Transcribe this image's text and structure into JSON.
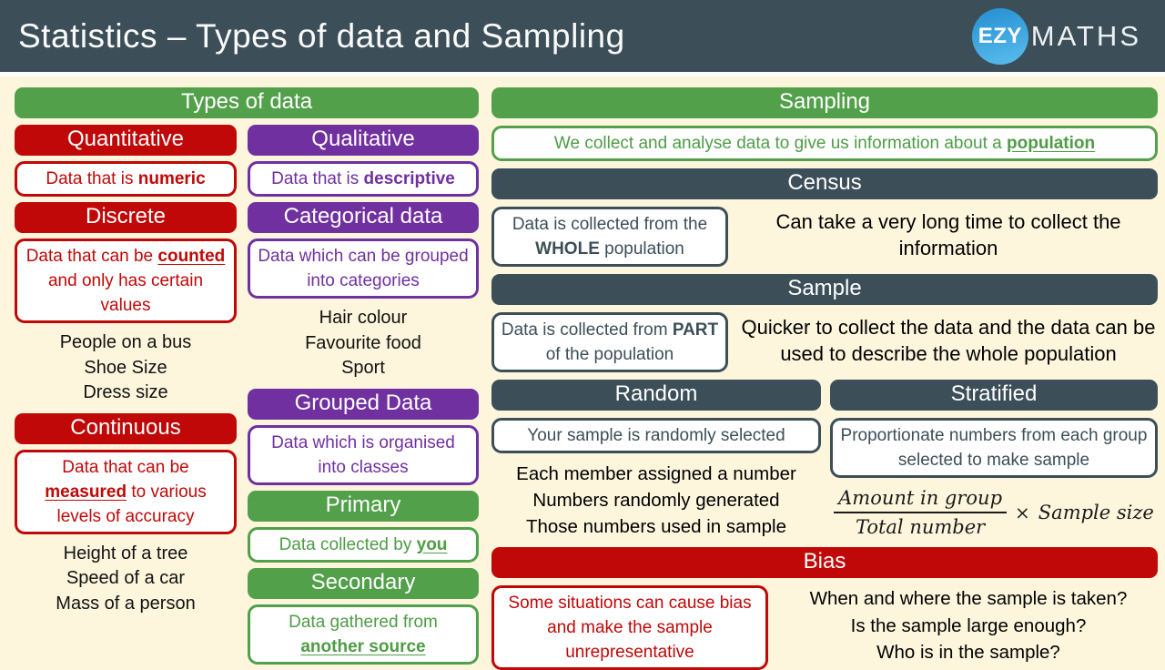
{
  "header": {
    "title": "Statistics – Types of data and Sampling",
    "logo": {
      "ezy": "EZY",
      "maths": "MATHS"
    }
  },
  "colors": {
    "slate": "#3c4f58",
    "green": "#52a04a",
    "red": "#c00808",
    "purple": "#7030a0",
    "background": "#fdf6dd",
    "logo_blue": "#2f9fdd"
  },
  "left": {
    "title": "Types of data",
    "quant": {
      "header": "Quantitative",
      "def": {
        "pre": "Data that is ",
        "em": "numeric",
        "post": ""
      },
      "discrete": {
        "header": "Discrete",
        "def": {
          "pre": "Data that can be ",
          "em": "counted",
          "post": " and only has certain values"
        },
        "examples": [
          "People on a bus",
          "Shoe Size",
          "Dress size"
        ]
      },
      "continuous": {
        "header": "Continuous",
        "def": {
          "pre": "Data that can be ",
          "em": "measured",
          "post": " to various levels of accuracy"
        },
        "examples": [
          "Height of a tree",
          "Speed of a car",
          "Mass of a person"
        ]
      }
    },
    "qual": {
      "header": "Qualitative",
      "def": {
        "pre": "Data that is ",
        "em": "descriptive",
        "post": ""
      },
      "categorical": {
        "header": "Categorical data",
        "def": "Data which can be grouped into categories",
        "examples": [
          "Hair colour",
          "Favourite food",
          "Sport"
        ]
      },
      "grouped": {
        "header": "Grouped Data",
        "def": "Data which is organised into classes"
      },
      "primary": {
        "header": "Primary",
        "def": {
          "pre": "Data collected by ",
          "em": "you",
          "post": ""
        }
      },
      "secondary": {
        "header": "Secondary",
        "def": {
          "pre": "Data gathered from ",
          "em": "another source",
          "post": ""
        }
      }
    }
  },
  "right": {
    "title": "Sampling",
    "intro": {
      "pre": "We collect and analyse data to give us information about a ",
      "em": "population",
      "post": ""
    },
    "census": {
      "header": "Census",
      "box": {
        "pre": "Data is collected from the ",
        "em": "WHOLE",
        "post": " population"
      },
      "note": "Can take a very long time to collect the information"
    },
    "sample": {
      "header": "Sample",
      "box": {
        "pre": "Data is collected from ",
        "em": "PART",
        "post": " of the population"
      },
      "note": "Quicker to collect the data and the data can be used to describe the whole population"
    },
    "random": {
      "header": "Random",
      "box": "Your sample is randomly selected",
      "notes": [
        "Each member assigned a number",
        "Numbers randomly generated",
        "Those numbers used in sample"
      ]
    },
    "stratified": {
      "header": "Stratified",
      "box": "Proportionate numbers from each group selected to make sample",
      "formula": {
        "numerator": "Amount in group",
        "denominator": "Total number",
        "times": "×",
        "multiplier": "Sample size"
      }
    },
    "bias": {
      "header": "Bias",
      "box": "Some situations can cause bias and make the sample unrepresentative",
      "notes": [
        "When and where the sample is taken?",
        "Is the sample large enough?",
        "Who is in the sample?"
      ]
    }
  }
}
